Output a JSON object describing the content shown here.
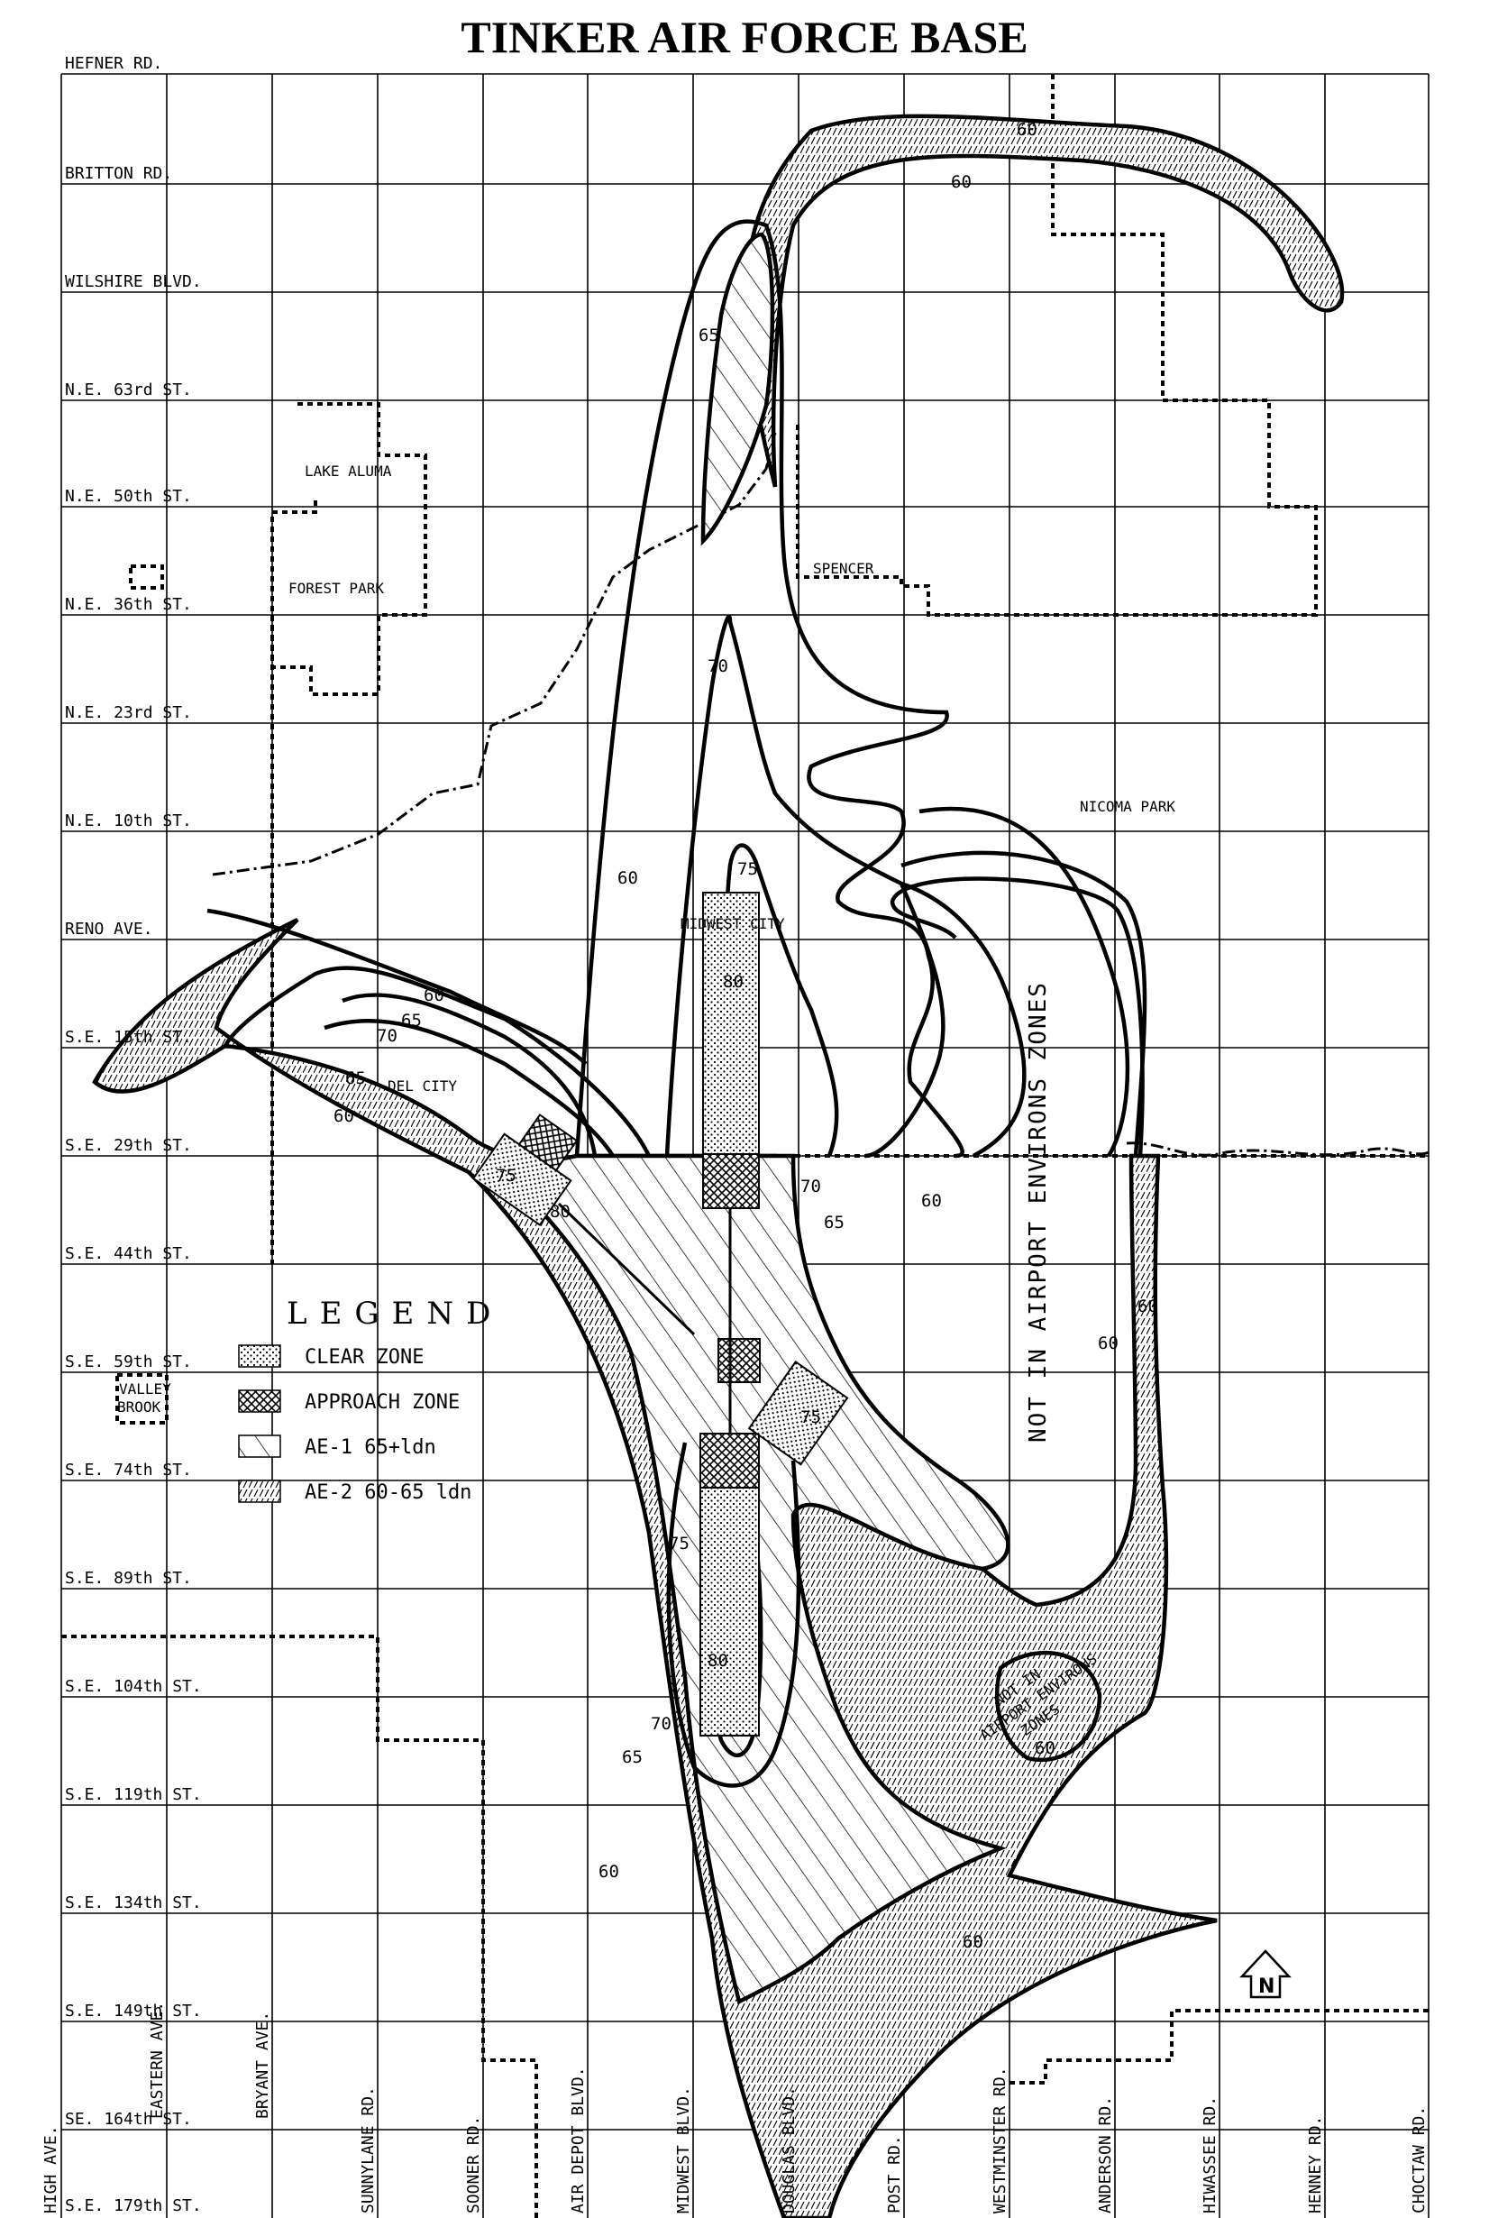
{
  "title": "TINKER AIR FORCE BASE",
  "streets": {
    "horizontal": [
      "HEFNER RD.",
      "BRITTON RD.",
      "WILSHIRE BLVD.",
      "N.E. 63rd ST.",
      "N.E. 50th ST.",
      "N.E. 36th ST.",
      "N.E. 23rd ST.",
      "N.E. 10th ST.",
      "RENO AVE.",
      "S.E. 15th ST.",
      "S.E. 29th ST.",
      "S.E. 44th ST.",
      "S.E. 59th ST.",
      "S.E. 74th ST.",
      "S.E. 89th ST.",
      "S.E. 104th ST.",
      "S.E. 119th ST.",
      "S.E. 134th ST.",
      "S.E. 149th ST.",
      "SE. 164th ST.",
      "S.E. 179th ST."
    ],
    "vertical": [
      "HIGH AVE.",
      "EASTERN AVE.",
      "BRYANT AVE.",
      "SUNNYLANE RD.",
      "SOONER RD.",
      "AIR DEPOT BLVD.",
      "MIDWEST BLVD.",
      "DOUGLAS BLVD.",
      "POST RD.",
      "WESTMINSTER RD.",
      "ANDERSON RD.",
      "HIWASSEE RD.",
      "HENNEY RD.",
      "CHOCTAW RD."
    ]
  },
  "places": {
    "lake_aluma": "LAKE ALUMA",
    "forest_park": "FOREST PARK",
    "spencer": "SPENCER",
    "nicoma_park": "NICOMA PARK",
    "midwest_city": "MIDWEST CITY",
    "del_city": "DEL CITY",
    "valley_brook_1": "VALLEY",
    "valley_brook_2": "BROOK"
  },
  "zones": {
    "not_in_airport_environs": "NOT IN AIRPORT ENVIRONS ZONES",
    "not_in_1": "NOT IN",
    "not_in_2": "AIRPORT ENVIRONS",
    "not_in_3": "ZONES"
  },
  "legend": {
    "heading": "LEGEND",
    "items": [
      {
        "label": "CLEAR ZONE",
        "pattern": "dots"
      },
      {
        "label": "APPROACH ZONE",
        "pattern": "crosshatch"
      },
      {
        "label": "AE-1 65+ldn",
        "pattern": "hatch-wide"
      },
      {
        "label": "AE-2 60-65 ldn",
        "pattern": "hatch-dense"
      }
    ]
  },
  "contour_labels": {
    "c60_top": "60",
    "c60_top2": "60",
    "c65_north": "65",
    "c70_north": "70",
    "c60_west": "60",
    "c75_north": "75",
    "c80_north": "80",
    "c60_arm": "60",
    "c65_arm": "65",
    "c70_arm": "70",
    "c65_arm2": "65",
    "c60_arm2": "60",
    "c75_sw": "75",
    "c80_sw": "80",
    "c70_e": "70",
    "c65_e": "65",
    "c60_e": "60",
    "c60_far_e1": "60",
    "c60_far_e2": "60",
    "c75_se": "75",
    "c75_s": "75",
    "c80_s": "80",
    "c70_s": "70",
    "c65_s": "65",
    "c60_s": "60",
    "c60_sw": "60",
    "c60_island": "60"
  },
  "north_arrow": "N",
  "colors": {
    "ink": "#000000",
    "paper": "#ffffff"
  }
}
